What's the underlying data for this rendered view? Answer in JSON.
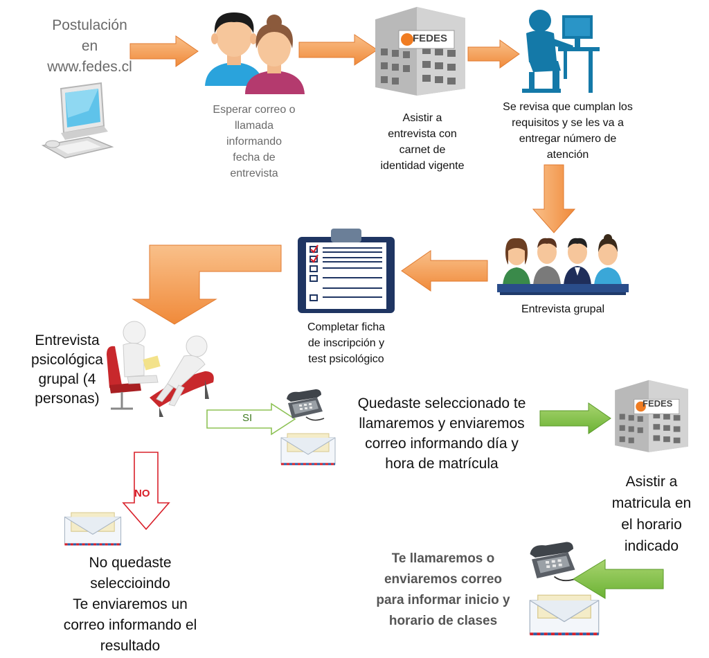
{
  "steps": {
    "postulacion": "Postulación\nen\nwww.fedes.cl",
    "esperar": "Esperar correo o\nllamada\ninformando\nfecha de\nentrevista",
    "asistir_entrevista": "Asistir a\nentrevista con\ncarnet de\nidentidad vigente",
    "revisa": "Se revisa que cumplan los\nrequisitos  y se les va a\nentregar número de\natención",
    "entrevista_grupal": "Entrevista grupal",
    "completar_ficha": "Completar ficha\nde inscripción y\ntest psicológico",
    "entrevista_psico": "Entrevista\npsicológica\ngrupal (4\npersonas)",
    "seleccionado": "Quedaste seleccionado te\nllamaremos y enviaremos\ncorreo informando día y\nhora de matrícula",
    "asistir_matricula": "Asistir a\nmatricula en\nel horario\nindicado",
    "no_seleccionado": "No quedaste\nseleccioindo\nTe enviaremos un\ncorreo informando el\nresultado",
    "inicio_clases": "Te llamaremos o\nenviaremos correo\npara informar inicio y\nhorario de clases"
  },
  "labels": {
    "si": "SI",
    "no": "NO",
    "logo": "FEDES"
  },
  "colors": {
    "orange": "#f7a45e",
    "orange_dark": "#e8823a",
    "green": "#7dc242",
    "green_light": "#a8d46f",
    "red": "#d9202a",
    "text_gray": "#6a6a6a"
  }
}
